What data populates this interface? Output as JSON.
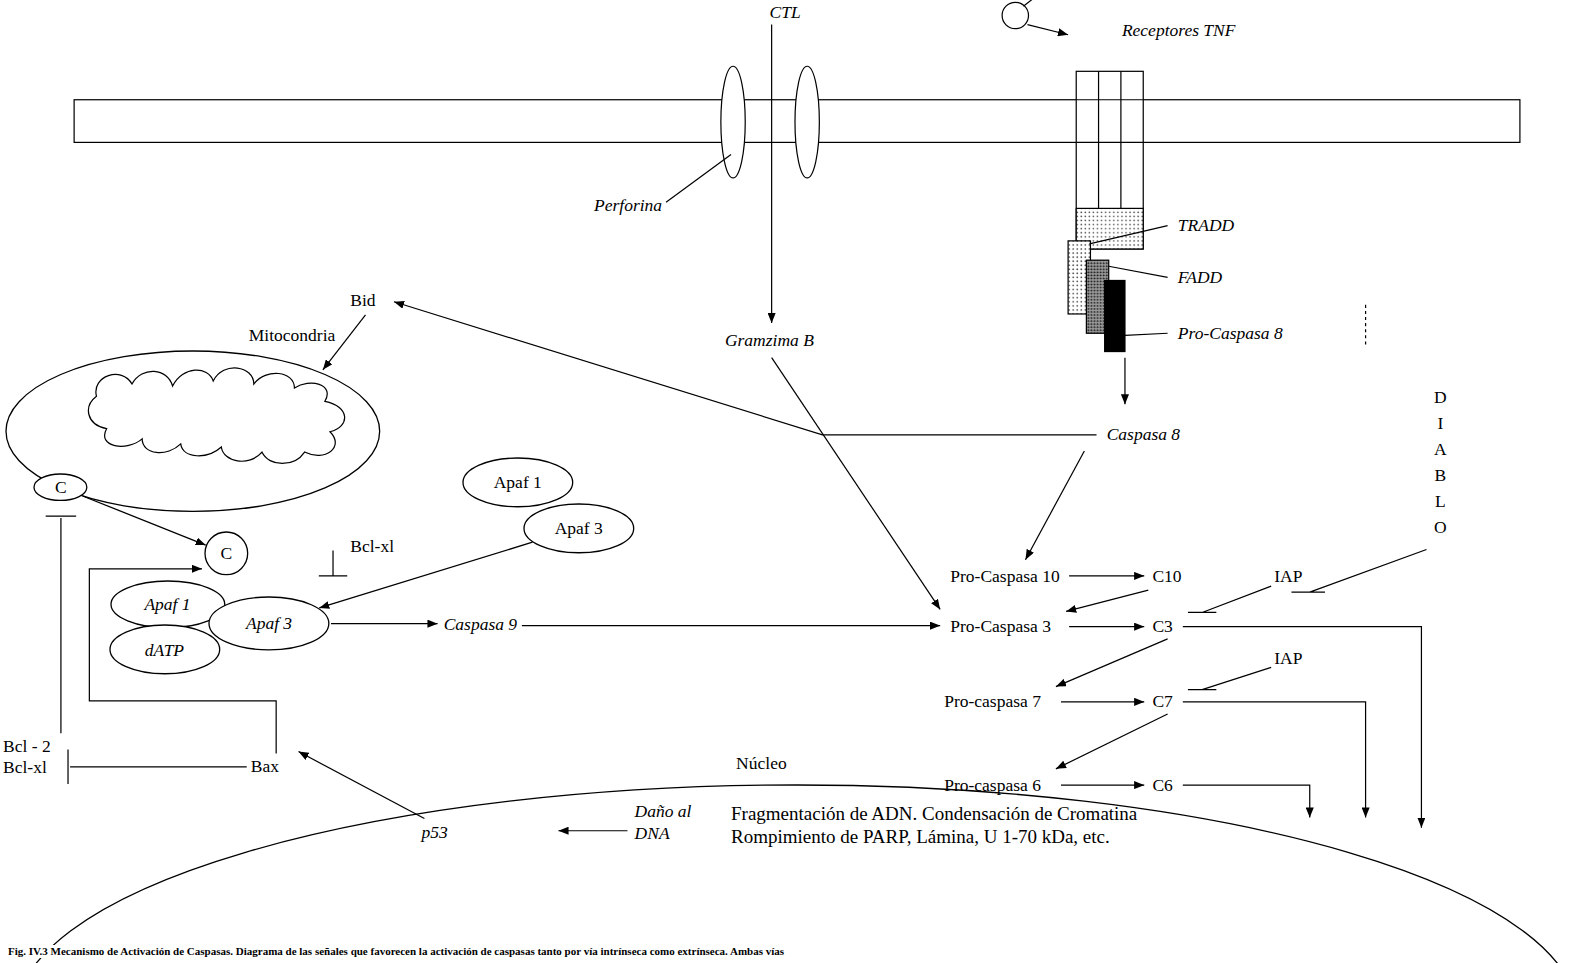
{
  "diagram": {
    "caption": "Fig. IV.3 Mecanismo de Activación de Caspasas. Diagrama de las señales que favorecen la activación de caspasas tanto por vía intrínseca como extrínseca. Ambas vías",
    "nodes": [
      {
        "text": [
          "Mitocondria"
        ]
      },
      {
        "text": [
          "C"
        ],
        "in": 0
      },
      {
        "text": [
          "Apaf 1"
        ]
      },
      {
        "text": [
          "Apaf 3"
        ]
      },
      {
        "text": [
          "C"
        ]
      },
      {
        "text": [
          "Apaf 1"
        ]
      },
      {
        "text": [
          "dATP"
        ]
      },
      {
        "text": [
          "Apaf 3"
        ]
      },
      {
        "text": [
          "Núcleo",
          "Fragmentación de ADN. Condensación de Cromatina Rompimiento de PARP, Lámina, U 1-70 kDa, etc."
        ]
      }
    ],
    "edges": [
      {
        "from": 1,
        "to": 4,
        "arrow": "to"
      },
      {
        "from": 3,
        "to": 7,
        "arrow": "to"
      }
    ],
    "labels": [
      "CTL",
      "Receptores TNF",
      "Perforina",
      "TRADD",
      "FADD",
      "Pro-Caspasa 8",
      "Bid",
      "Gramzima B",
      "Caspasa 8",
      "DIABLO",
      "Bcl-xl",
      "Caspasa 9",
      "Pro-Caspasa 10",
      "C10",
      "IAP",
      "Pro-Caspasa 3",
      "C3",
      "IAP",
      "Pro-caspasa 7",
      "C7",
      "Pro-caspasa 6",
      "C6",
      "Bcl - 2",
      "Bcl-xl",
      "Bax",
      "p53",
      "Daño al DNA"
    ]
  }
}
